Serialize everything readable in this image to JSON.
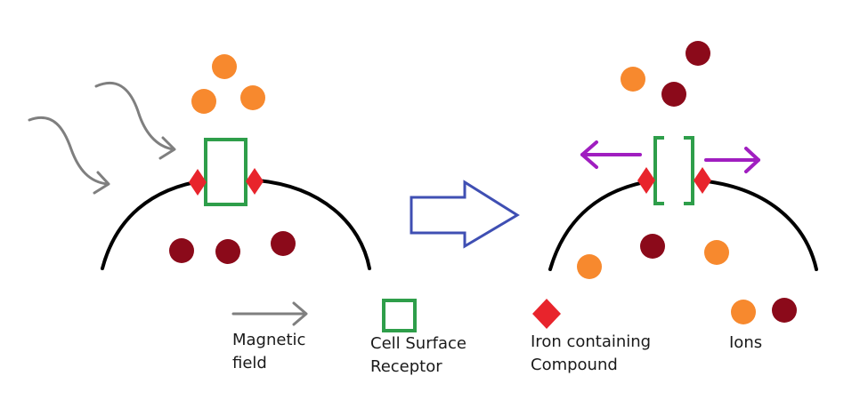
{
  "colors": {
    "ion_orange": "#f7892e",
    "ion_maroon": "#8b0a1a",
    "iron_red": "#e8242c",
    "receptor_green": "#2e9e4a",
    "magnetic_gray": "#7f7f7f",
    "process_blue": "#3f4fb3",
    "movement_purple": "#a01ec0",
    "membrane_black": "#000000"
  },
  "legend": {
    "magnetic_field": "Magnetic field",
    "cell_surface_receptor": "Cell Surface Receptor",
    "iron_compound": "Iron containing Compound",
    "ions": "Ions"
  }
}
